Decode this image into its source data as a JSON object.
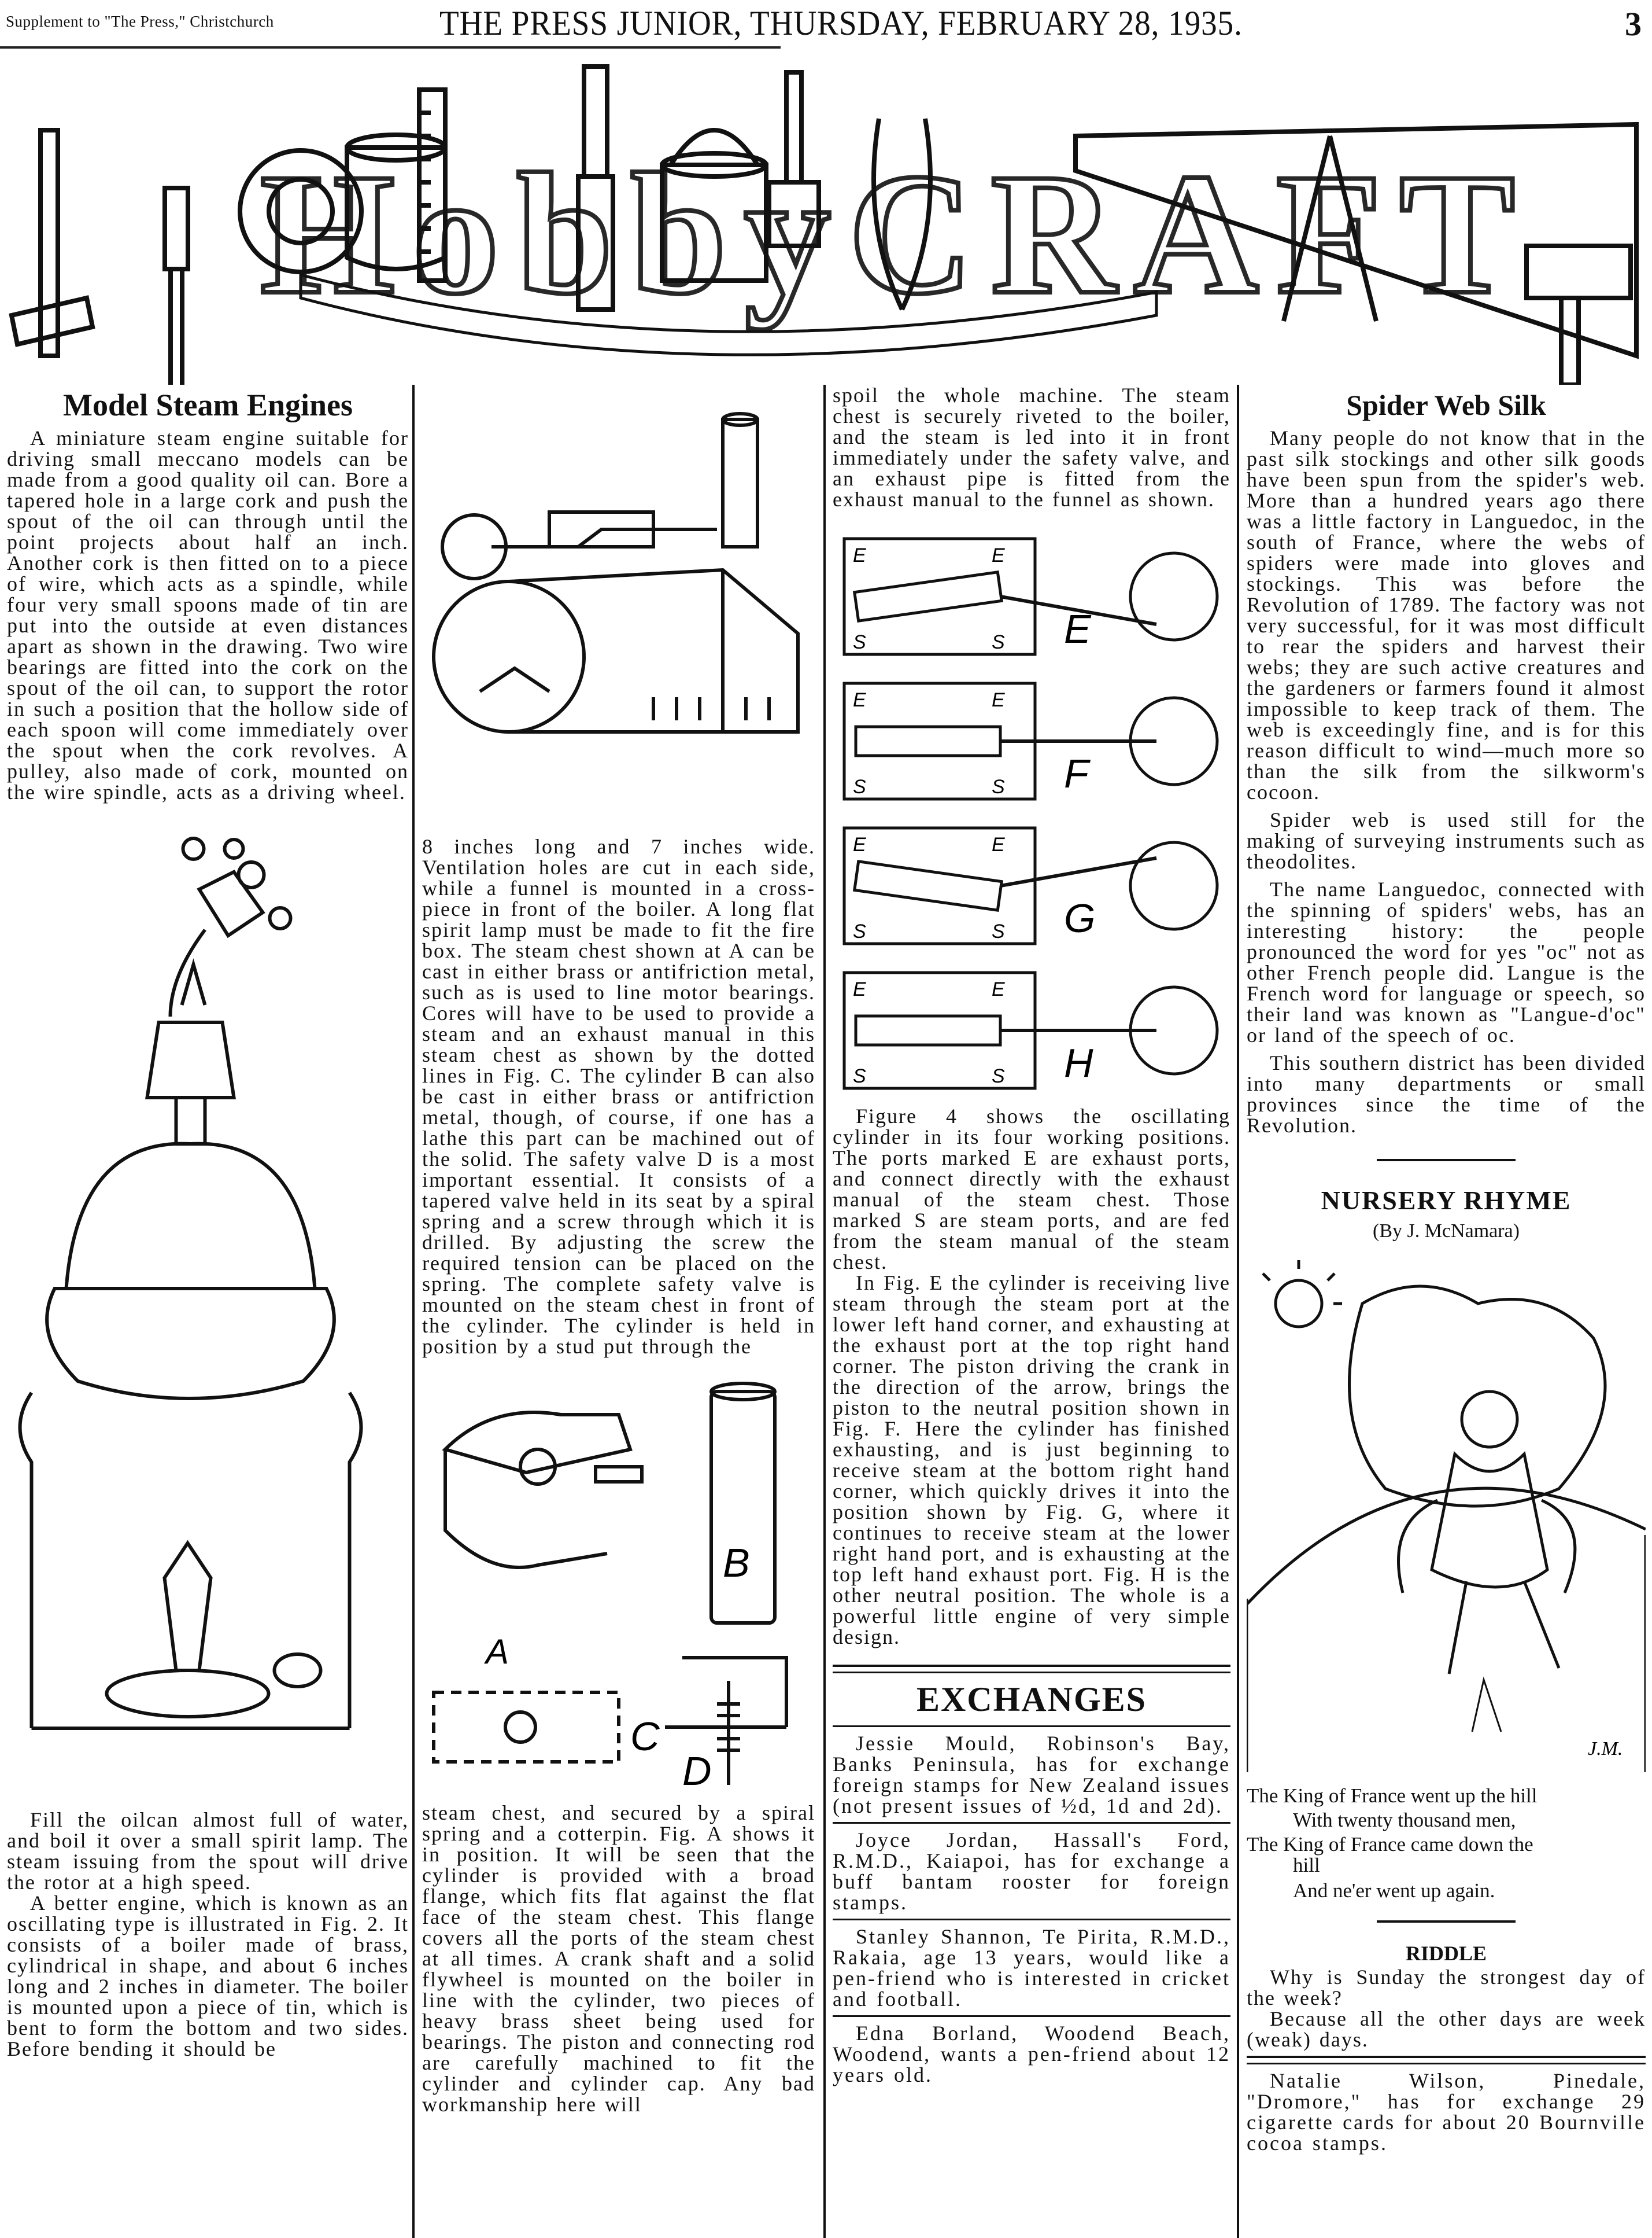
{
  "header": {
    "supplement": "Supplement to \"The Press,\" Christchurch",
    "title": "THE PRESS JUNIOR, THURSDAY, FEBRUARY 28, 1935.",
    "page_number": "3"
  },
  "banner": {
    "logo_text": "HobbyCRAFT"
  },
  "model_steam_engines": {
    "title": "Model Steam Engines",
    "intro": [
      "A miniature steam engine suitable for driving small meccano models can be made from a good quality oil can. Bore a tapered hole in a large cork and push the spout of the oil can through until the point projects about half an inch. Another cork is then fitted on to a piece of wire, which acts as a spindle, while four very small spoons made of tin are put into the outside at even distances apart as shown in the drawing. Two wire bearings are fitted into the cork on the spout of the oil can, to support the rotor in such a position that the hollow side of each spoon will come immediately over the spout when the cork revolves. A pulley, also made of cork, mounted on the wire spindle, acts as a driving wheel."
    ],
    "col1_bottom": [
      "Fill the oilcan almost full of water, and boil it over a small spirit lamp. The steam issuing from the spout will drive the rotor at a high speed.",
      "A better engine, which is known as an oscillating type is illustrated in Fig. 2. It consists of a boiler made of brass, cylindrical in shape, and about 6 inches long and 2 inches in diameter. The boiler is mounted upon a piece of tin, which is bent to form the bottom and two sides. Before bending it should be"
    ],
    "col2_middle": "8 inches long and 7 inches wide. Ventilation holes are cut in each side, while a funnel is mounted in a cross-piece in front of the boiler. A long flat spirit lamp must be made to fit the fire box. The steam chest shown at A can be cast in either brass or antifriction metal, such as is used to line motor bearings. Cores will have to be used to provide a steam and an exhaust manual in this steam chest as shown by the dotted lines in Fig. C. The cylinder B can also be cast in either brass or antifriction metal, though, of course, if one has a lathe this part can be machined out of the solid. The safety valve D is a most important essential. It consists of a tapered valve held in its seat by a spiral spring and a screw through which it is drilled. By adjusting the screw the required tension can be placed on the spring. The complete safety valve is mounted on the steam chest in front of the cylinder. The cylinder is held in position by a stud put through the",
    "col2_bottom": "steam chest, and secured by a spiral spring and a cotterpin. Fig. A shows it in position. It will be seen that the cylinder is provided with a broad flange, which fits flat against the flat face of the steam chest. This flange covers all the ports of the steam chest at all times. A crank shaft and a solid flywheel is mounted on the boiler in line with the cylinder, two pieces of heavy brass sheet being used for bearings. The piston and connecting rod are carefully machined to fit the cylinder and cylinder cap. Any bad workmanship here will",
    "col3_top": "spoil the whole machine. The steam chest is securely riveted to the boiler, and the steam is led into it in front immediately under the safety valve, and an exhaust pipe is fitted from the exhaust manual to the funnel as shown.",
    "col3_middle": [
      "Figure 4 shows the oscillating cylinder in its four working positions. The ports marked E are exhaust ports, and connect directly with the exhaust manual of the steam chest. Those marked S are steam ports, and are fed from the steam manual of the steam chest.",
      "In Fig. E the cylinder is receiving live steam through the steam port at the lower left hand corner, and exhausting at the exhaust port at the top right hand corner. The piston driving the crank in the direction of the arrow, brings the piston to the neutral position shown in Fig. F. Here the cylinder has finished exhausting, and is just beginning to receive steam at the bottom right hand corner, which quickly drives it into the position shown by Fig. G, where it continues to receive steam at the lower right hand port, and is exhausting at the top left hand exhaust port. Fig. H is the other neutral position. The whole is a powerful little engine of very simple design."
    ],
    "parts_labels": {
      "a": "A",
      "b": "B",
      "c": "C",
      "d": "D"
    },
    "figure4": {
      "port_exhaust": "E",
      "port_steam": "S",
      "positions": [
        "E",
        "F",
        "G",
        "H"
      ]
    }
  },
  "exchanges": {
    "title": "EXCHANGES",
    "entries": [
      "Jessie Mould, Robinson's Bay, Banks Peninsula, has for exchange foreign stamps for New Zealand issues (not present issues of ½d, 1d and 2d).",
      "Joyce Jordan, Hassall's Ford, R.M.D., Kaiapoi, has for exchange a buff bantam rooster for foreign stamps.",
      "Stanley Shannon, Te Pirita, R.M.D., Rakaia, age 13 years, would like a pen-friend who is interested in cricket and football.",
      "Edna Borland, Woodend Beach, Woodend, wants a pen-friend about 12 years old.",
      "Natalie Wilson, Pinedale, \"Dromore,\" has for exchange 29 cigarette cards for about 20 Bournville cocoa stamps."
    ]
  },
  "spider_web_silk": {
    "title": "Spider Web Silk",
    "paragraphs": [
      "Many people do not know that in the past silk stockings and other silk goods have been spun from the spider's web. More than a hundred years ago there was a little factory in Languedoc, in the south of France, where the webs of spiders were made into gloves and stockings. This was before the Revolution of 1789. The factory was not very successful, for it was most difficult to rear the spiders and harvest their webs; they are such active creatures and the gardeners or farmers found it almost impossible to keep track of them. The web is exceedingly fine, and is for this reason difficult to wind—much more so than the silk from the silkworm's cocoon.",
      "Spider web is used still for the making of surveying instruments such as theodolites.",
      "The name Languedoc, connected with the spinning of spiders' webs, has an interesting history: the people pronounced the word for yes \"oc\" not as other French people did. Langue is the French word for language or speech, so their land was known as \"Langue-d'oc\" or land of the speech of oc.",
      "This southern district has been divided into many departments or small provinces since the time of the Revolution."
    ]
  },
  "nursery_rhyme": {
    "title": "NURSERY RHYME",
    "byline": "(By J. McNamara)",
    "signature": "J.M.",
    "lines": [
      "The King of France went up the hill",
      "With twenty thousand men,",
      "The King of France came down the",
      "hill",
      "And ne'er went up again."
    ]
  },
  "riddle": {
    "title": "RIDDLE",
    "question": "Why is Sunday the strongest day of the week?",
    "answer": "Because all the other days are week (weak) days."
  }
}
